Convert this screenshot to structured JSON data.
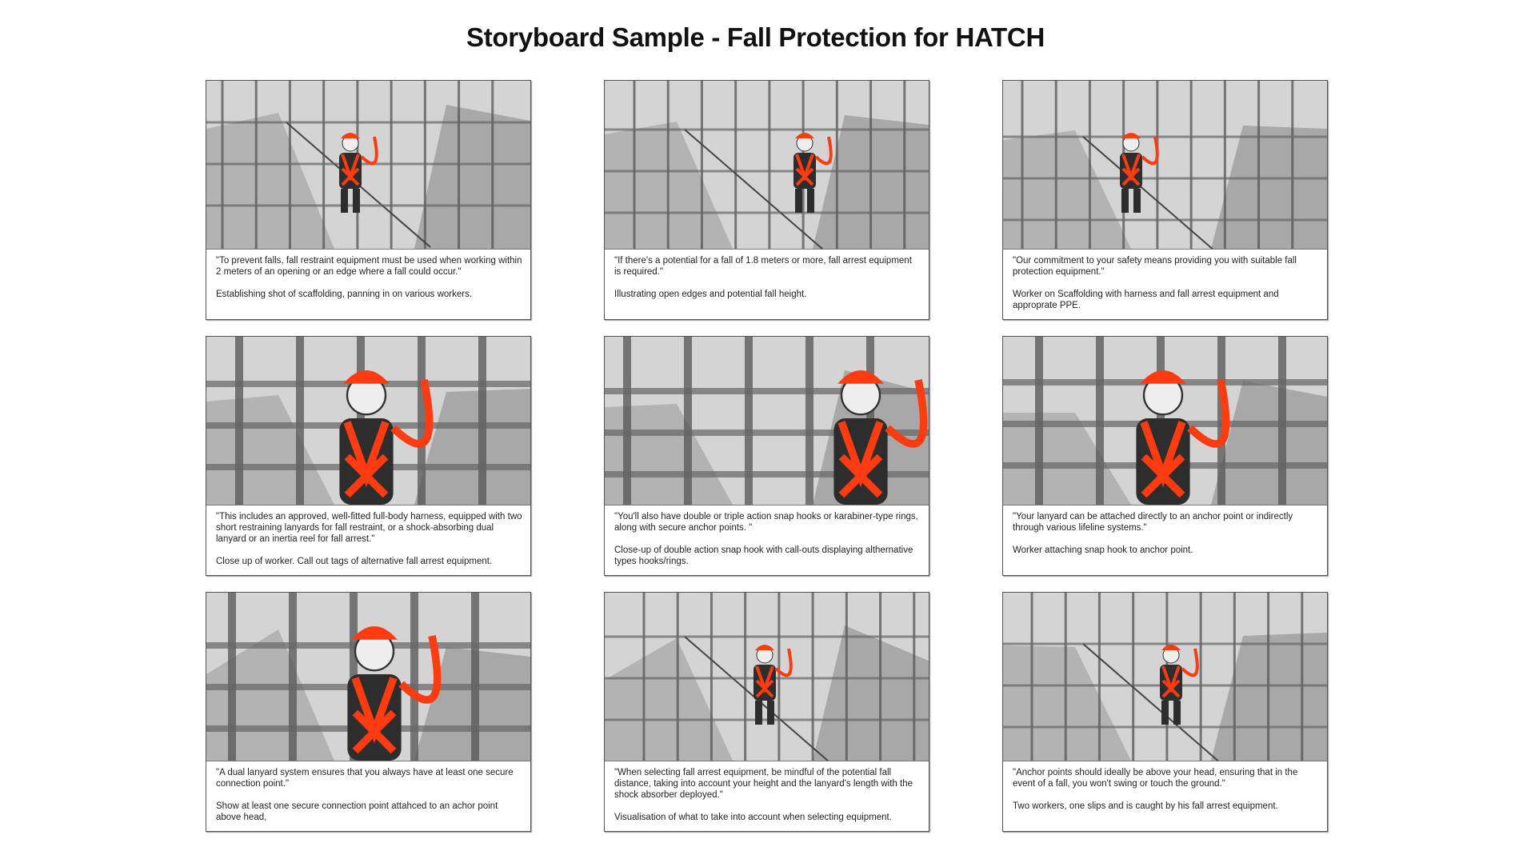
{
  "title": "Storyboard Sample - Fall Protection for HATCH",
  "accent_color": "#ff3b12",
  "panels": [
    {
      "dialogue": "\"To prevent falls, fall restraint equipment must be used when working within 2 meters of an opening or an edge where a fall could occur.\"",
      "direction": "Establishing shot of scaffolding, panning in on various workers."
    },
    {
      "dialogue": "\"If there's a potential for a fall of 1.8 meters or more, fall arrest equipment is required.\"",
      "direction": "Illustrating open edges and potential fall height."
    },
    {
      "dialogue": "\"Our commitment to your safety means providing you with suitable fall protection equipment.\"",
      "direction": "Worker on Scaffolding with harness and fall arrest equipment and approprate PPE."
    },
    {
      "dialogue": "\"This includes an approved, well-fitted full-body harness, equipped with two short restraining lanyards for fall restraint, or a shock-absorbing dual lanyard or an inertia reel for fall arrest.\"",
      "direction": "Close up of worker. Call out tags of alternative fall arrest equipment."
    },
    {
      "dialogue": "\"You'll also have double or triple action snap hooks or karabiner-type rings, along with secure anchor points. \"",
      "direction": "Close-up of double action snap hook with call-outs displaying althernative types hooks/rings."
    },
    {
      "dialogue": "\"Your lanyard can be attached directly to an anchor point or indirectly through various lifeline systems.\"",
      "direction": "Worker attaching snap hook to anchor point."
    },
    {
      "dialogue": "\"A dual lanyard system ensures that you always have at least one secure connection point.\"",
      "direction": "Show at least one secure connection point attahced to an achor point above head,"
    },
    {
      "dialogue": "\"When selecting fall arrest equipment, be mindful of the potential fall distance, taking into account your height and the lanyard's length with the shock absorber deployed.\"",
      "direction": "Visualisation of what to take into account when selecting equipment."
    },
    {
      "dialogue": "\"Anchor points should ideally be above your head, ensuring that in the event of a fall, you won't swing or touch the ground.\"",
      "direction": "Two workers, one slips and is caught by his fall arrest equipment."
    }
  ]
}
